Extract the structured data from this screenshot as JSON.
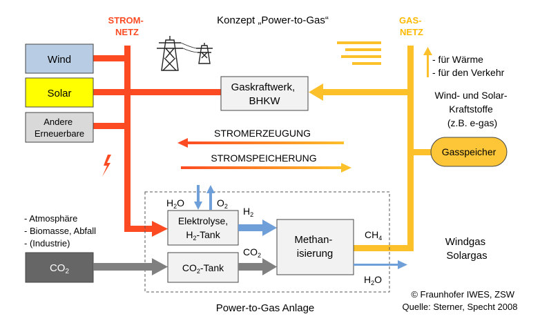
{
  "title": "Konzept „Power-to-Gas“",
  "strom_netz": [
    "STROM-",
    "NETZ"
  ],
  "gas_netz": [
    "GAS-",
    "NETZ"
  ],
  "sources": {
    "wind": "Wind",
    "solar": "Solar",
    "andere": [
      "Andere",
      "Erneuerbare"
    ]
  },
  "gaskraftwerk": [
    "Gaskraftwerk,",
    "BHKW"
  ],
  "gas_uses": [
    "- für Wärme",
    "- für den Verkehr"
  ],
  "kraftstoffe": [
    "Wind- und Solar-",
    "Kraftstoffe",
    "(z.B. e-gas)"
  ],
  "gasspeicher": "Gasspeicher",
  "stromerzeugung": "STROMERZEUGUNG",
  "stromspeicherung": "STROMSPEICHERUNG",
  "co2_sources": [
    "- Atmosphäre",
    "- Biomasse, Abfall",
    "- (Industrie)"
  ],
  "co2_box": {
    "main": "CO",
    "sub": "2"
  },
  "h2o_in": {
    "main": "H",
    "sub": "2",
    "rest": "O"
  },
  "o2_out": {
    "main": "O",
    "sub": "2"
  },
  "elektrolyse": {
    "line1": "Elektrolyse,",
    "line2_main": "H",
    "line2_sub": "2",
    "line2_rest": "-Tank"
  },
  "h2_label": {
    "main": "H",
    "sub": "2"
  },
  "co2_tank": {
    "main": "CO",
    "sub": "2",
    "rest": "-Tank"
  },
  "co2_label": {
    "main": "CO",
    "sub": "2"
  },
  "methanisierung": [
    "Methan-",
    "isierung"
  ],
  "ch4_label": {
    "main": "CH",
    "sub": "4"
  },
  "h2o_out": {
    "main": "H",
    "sub": "2",
    "rest": "O"
  },
  "windgas": [
    "Windgas",
    "Solargas"
  ],
  "anlage_label": "Power-to-Gas Anlage",
  "credit": [
    "© Fraunhofer IWES, ZSW",
    "Quelle: Sterner, Specht 2008"
  ],
  "colors": {
    "strom": "#fc4b22",
    "gas": "#fcc02a",
    "gasspeicher_fill": "#fcc638",
    "wind_fill": "#b8cce4",
    "solar_fill": "#ffff00",
    "co2_fill": "#666666",
    "h2_arrow": "#6f9fd8",
    "grey_arrow": "#808080"
  }
}
